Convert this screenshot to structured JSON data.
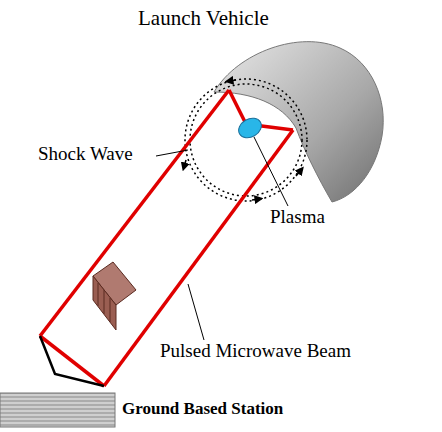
{
  "diagram": {
    "labels": [
      "Launch Vehicle",
      "Shock Wave",
      "Plasma",
      "Pulsed Microwave Beam",
      "Ground Based Station"
    ]
  }
}
